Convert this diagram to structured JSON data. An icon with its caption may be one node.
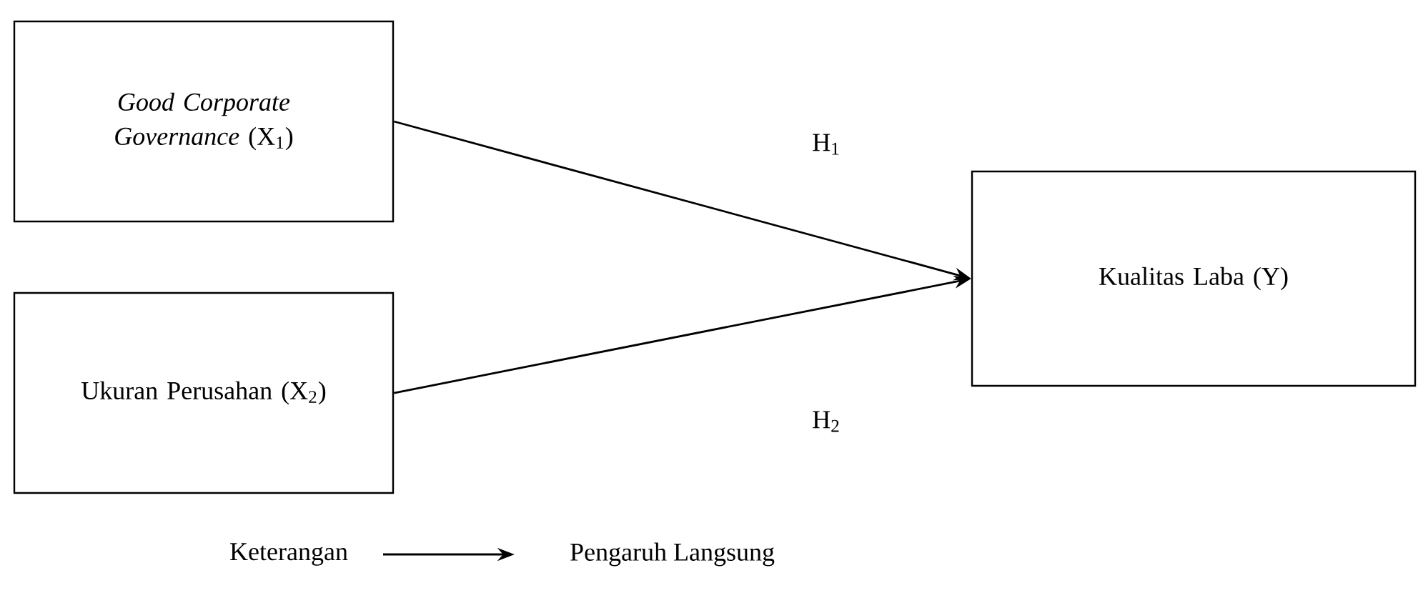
{
  "diagram": {
    "nodes": [
      {
        "text": [
          "*Good Corporate Governance* (X$_{1}$)"
        ]
      },
      {
        "text": [
          "Ukuran Perusahan (X$_{2}$)"
        ]
      },
      {
        "text": [
          "Kualitas Laba (Y)"
        ]
      }
    ],
    "edges": [
      {
        "from": 0,
        "to": 2,
        "arrow": "to",
        "label": "H$_{1}$"
      },
      {
        "from": 1,
        "to": 2,
        "arrow": "to",
        "label": "H$_{2}$"
      }
    ],
    "labels": [
      "Keterangan"
    ],
    "legend": [
      {
        "text": "Pengaruh Langsung"
      }
    ]
  }
}
